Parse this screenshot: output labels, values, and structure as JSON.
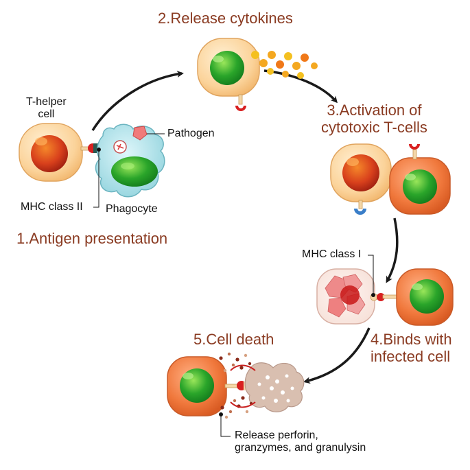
{
  "steps": {
    "step1": "1.Antigen presentation",
    "step2": "2.Release cytokines",
    "step3_line1": "3.Activation of",
    "step3_line2": "cytotoxic T-cells",
    "step4_line1": "4.Binds with",
    "step4_line2": "infected cell",
    "step5": "5.Cell death"
  },
  "labels": {
    "thelper_line1": "T-helper",
    "thelper_line2": "cell",
    "pathogen": "Pathogen",
    "mhc2": "MHC class II",
    "phagocyte": "Phagocyte",
    "mhc1": "MHC class I",
    "release_line1": "Release perforin,",
    "release_line2": "granzymes, and granulysin"
  },
  "colors": {
    "step_text": "#8a3b22",
    "helper_cell": "#fbd39a",
    "helper_nucleus": "#d8401c",
    "cytotoxic_cell": "#f0783c",
    "cytotoxic_nucleus": "#2aa52a",
    "phagocyte": "#a4dce4",
    "infected_cell": "#ee8a8a",
    "dying_cell": "#d9bfb0",
    "cytokine": "#f4a820",
    "arrow": "#1a1a1a"
  }
}
